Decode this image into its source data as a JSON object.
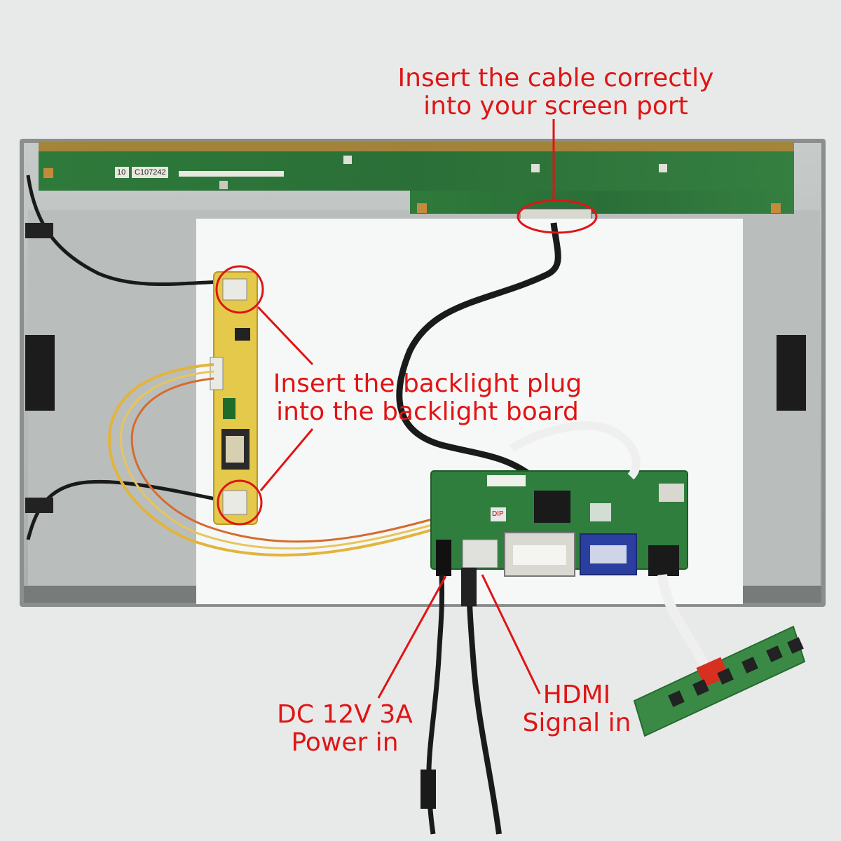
{
  "annotations": {
    "screen_port": {
      "line1": "Insert the cable correctly",
      "line2": "into your screen port"
    },
    "backlight": {
      "line1": "Insert the backlight plug",
      "line2": "into the backlight board"
    },
    "power": {
      "line1": "DC 12V 3A",
      "line2": "Power in"
    },
    "hdmi": {
      "line1": "HDMI",
      "line2": "Signal in"
    }
  },
  "board_marks": {
    "pcb_code": "C107242",
    "pcb_num": "10",
    "dip_label": "DIP"
  },
  "colors": {
    "annotation": "#e01414",
    "pcb_green": "#2f7d3c",
    "panel_gray": "#b8bcbb",
    "inverter_yellow": "#e8cf4a"
  }
}
